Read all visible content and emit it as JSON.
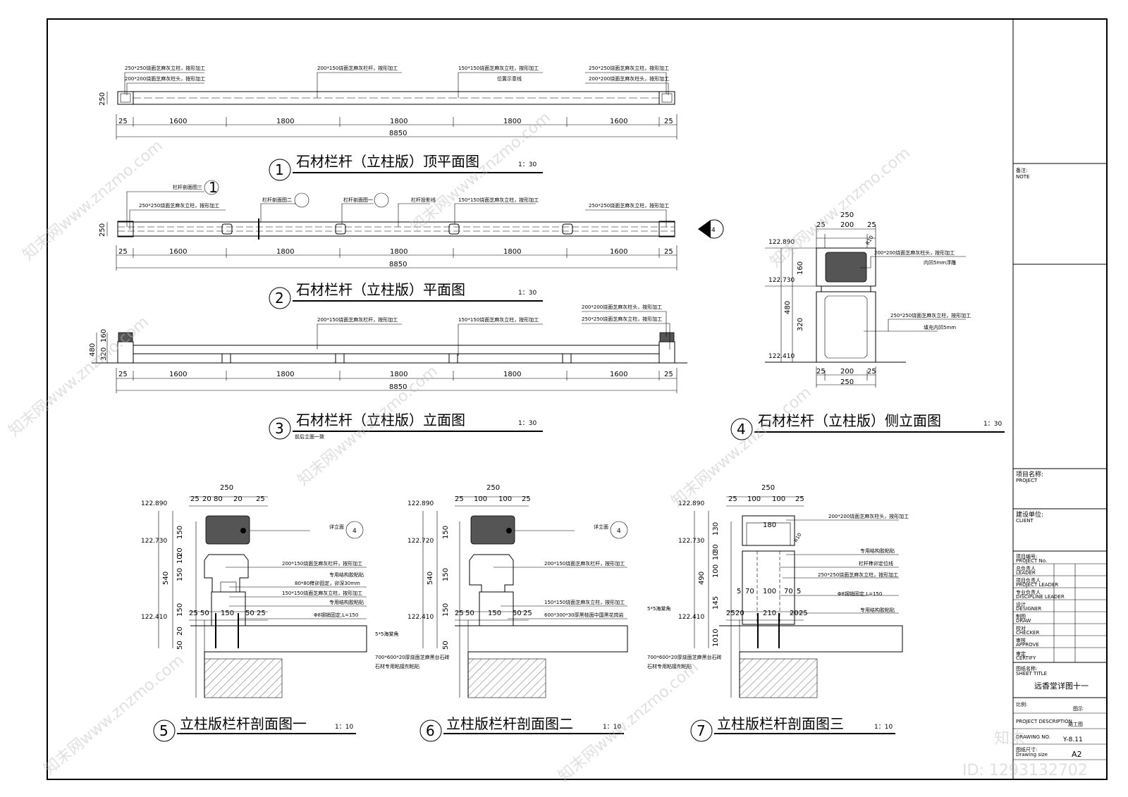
{
  "drawings": {
    "d1": {
      "num": "1",
      "title": "石材栏杆（立柱版）顶平面图",
      "scale": "1：30",
      "notes": [
        "250*250烧面芝麻灰立柱，按形加工",
        "200*200烧面芝麻灰柱头，按形加工",
        "200*150烧面芝麻灰栏杆，按形加工",
        "150*150烧面芝麻灰立柱，按形加工",
        "位置示意线",
        "250*250烧面芝麻灰立柱，按形加工",
        "200*200烧面芝麻灰柱头，按形加工"
      ],
      "height": "250",
      "dims": [
        "25",
        "1600",
        "1800",
        "1800",
        "1800",
        "1600",
        "25"
      ],
      "total": "8850"
    },
    "d2": {
      "num": "2",
      "title": "石材栏杆（立柱版）平面图",
      "scale": "1：30",
      "notes": [
        "栏杆剖面图三",
        "250*250烧面芝麻灰立柱，按形加工",
        "栏杆剖面图二",
        "栏杆剖面图一",
        "栏杆投影线",
        "150*150烧面芝麻灰立柱，按形加工",
        "250*250烧面芝麻灰立柱，按形加工"
      ],
      "height": "250",
      "dims": [
        "25",
        "1600",
        "1800",
        "1800",
        "1800",
        "1600",
        "25"
      ],
      "total": "8850"
    },
    "d3": {
      "num": "3",
      "title": "石材栏杆（立柱版）立面图",
      "scale": "1：30",
      "sub": "前后立面一致",
      "notes": [
        "200*150烧面芝麻灰栏杆，按形加工",
        "150*150烧面芝麻灰立柱，按形加工",
        "200*200烧面芝麻灰柱头，按形加工",
        "250*250烧面芝麻灰立柱，按形加工"
      ],
      "heights": [
        "480",
        "320",
        "160"
      ],
      "dims": [
        "25",
        "1600",
        "1800",
        "1800",
        "1800",
        "1600",
        "25"
      ],
      "total": "8850"
    },
    "d4": {
      "num": "4",
      "title": "石材栏杆（立柱版）侧立面图",
      "scale": "1：30",
      "top": [
        "250",
        "25",
        "200",
        "25"
      ],
      "bottom": [
        "25",
        "200",
        "25",
        "250"
      ],
      "elev": [
        "122.890",
        "122.730",
        "122.410"
      ],
      "heights": [
        "160",
        "480",
        "320"
      ],
      "notes": [
        "200*200烧面芝麻灰柱头，按形加工",
        "内凹5mm浮雕",
        "250*250烧面芝麻灰立柱，按形加工",
        "填充内凹5mm"
      ],
      "r": "R10"
    },
    "d5": {
      "num": "5",
      "title": "立柱版栏杆剖面图一",
      "scale": "1：10",
      "top": [
        "250",
        "25",
        "20",
        "80",
        "20",
        "25"
      ],
      "elev": [
        "122.890",
        "122.730",
        "122.410"
      ],
      "heights": [
        "150",
        "540",
        "150",
        "150",
        "20",
        "20",
        "50",
        "10"
      ],
      "bottom": [
        "25",
        "50",
        "150",
        "50",
        "25"
      ],
      "notes": [
        "详立面",
        "200*150烧面芝麻灰栏杆，按形加工",
        "专用结构胶粘贴",
        "80*80榫卯固定，卯深30mm",
        "150*150烧面芝麻灰立柱，按形加工",
        "专用结构胶粘贴",
        "Φ8钢销固定,L=150"
      ]
    },
    "d6": {
      "num": "6",
      "title": "立柱版栏杆剖面图二",
      "scale": "1：10",
      "top": [
        "250",
        "25",
        "100",
        "100",
        "25"
      ],
      "elev": [
        "122.890",
        "122.720",
        "122.410"
      ],
      "heights": [
        "150",
        "540",
        "150",
        "150",
        "50"
      ],
      "bottom": [
        "25",
        "50",
        "150",
        "50",
        "25"
      ],
      "notes": [
        "详立面",
        "200*150烧面芝麻灰栏杆，按形加工",
        "150*150烧面芝麻灰立柱，按形加工",
        "600*300*30厚黑枝面中国黑花岗岩",
        "5*5海棠角",
        "700*600*20厚烧面芝麻黑台石砖",
        "石材专用粘接剂粘贴"
      ]
    },
    "d7": {
      "num": "7",
      "title": "立柱版栏杆剖面图三",
      "scale": "1：10",
      "top": [
        "250",
        "25",
        "100",
        "100",
        "25"
      ],
      "mid": [
        "180"
      ],
      "elev": [
        "122.890",
        "122.730",
        "122.410"
      ],
      "heights": [
        "130",
        "30",
        "10",
        "490",
        "100",
        "145",
        "10",
        "10"
      ],
      "bottom": [
        "25",
        "20",
        "210",
        "20",
        "25"
      ],
      "inner": [
        "5",
        "70",
        "100",
        "70",
        "5"
      ],
      "notes": [
        "200*200烧面芝麻灰柱头，按形加工",
        "专用结构胶粘贴",
        "栏杆榫卯定位线",
        "250*250烧面芝麻灰立柱，按形加工",
        "Φ8钢销固定,L=150",
        "专用结构胶粘贴",
        "5*5海棠角",
        "700*600*20厚烧面芝麻黑台石砖",
        "石材专用粘接剂粘贴"
      ],
      "r": "R10"
    }
  },
  "title_block": {
    "note_label": "备注:",
    "note_en": "NOTE",
    "project_label": "项目名称:",
    "project_en": "PROJECT",
    "client_label": "建设单位:",
    "client_en": "CLIENT",
    "rows": [
      {
        "zh": "项目编号:",
        "en": "PROJECT No."
      },
      {
        "zh": "总负责人",
        "en": "LEADER"
      },
      {
        "zh": "项目负责人",
        "en": "PROJECT LEADER"
      },
      {
        "zh": "专业负责人",
        "en": "DISCIPLINE LEADER"
      },
      {
        "zh": "设计",
        "en": "DESIGNER"
      },
      {
        "zh": "制图",
        "en": "DRAW"
      },
      {
        "zh": "校对",
        "en": "CHECKER"
      },
      {
        "zh": "审核",
        "en": "APPROVE"
      },
      {
        "zh": "审定",
        "en": "CERTIFY"
      }
    ],
    "sheet_title_label": "图纸名称:",
    "sheet_title_en": "SHEET TITLE",
    "sheet_title": "远香堂详图十一",
    "scale_label": "比例:",
    "scale_value": "图示",
    "stage_en": "PROJECT DESCRIPTION",
    "stage_value": "施工图",
    "number_en": "DRAWING NO.",
    "number_value": "Y-8.11",
    "size_label": "图纸尺寸:",
    "size_en": "Drawing size",
    "size_value": "A2"
  },
  "watermark": {
    "brand": "知末",
    "site": "知末网www.znzmo.com",
    "id": "ID: 1293132702"
  }
}
